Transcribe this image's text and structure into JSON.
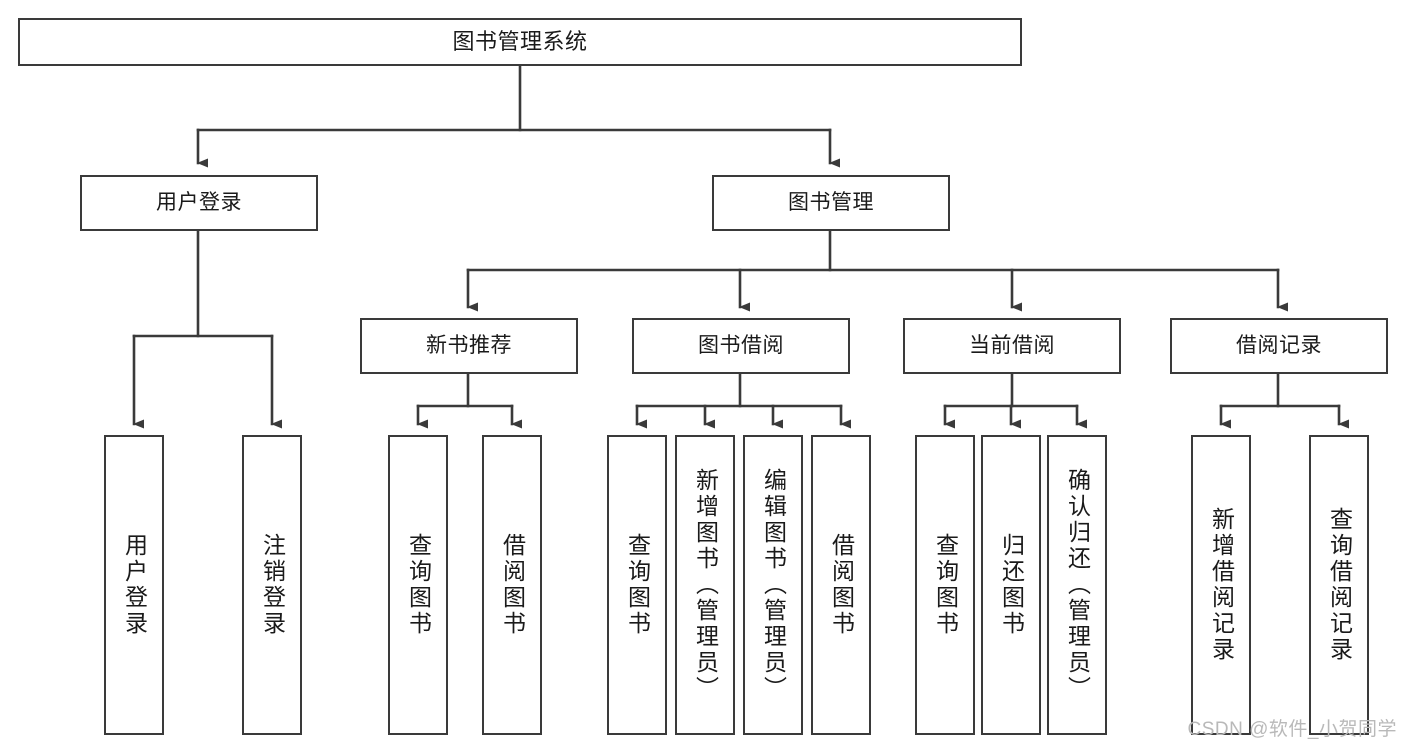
{
  "diagram": {
    "title": "图书管理系统",
    "type": "功能结构图",
    "watermark": "CSDN @软件_小贺同学",
    "colors": {
      "background": "#ffffff",
      "box_border": "#3a3a3a",
      "connector": "#3a3a3a",
      "text": "#1a1a1a",
      "watermark": "#b9b9b9"
    }
  },
  "nodes": {
    "root": {
      "label": "图书管理系统"
    },
    "level1": [
      {
        "label": "用户登录"
      },
      {
        "label": "图书管理"
      }
    ],
    "level2": [
      {
        "label": "新书推荐"
      },
      {
        "label": "图书借阅"
      },
      {
        "label": "当前借阅"
      },
      {
        "label": "借阅记录"
      }
    ],
    "leaves_user_login": [
      {
        "label": "用户登录"
      },
      {
        "label": "注销登录"
      }
    ],
    "leaves_new_books": [
      {
        "label": "查询图书"
      },
      {
        "label": "借阅图书"
      }
    ],
    "leaves_borrow": [
      {
        "label": "查询图书"
      },
      {
        "label": "新增图书（管理员）"
      },
      {
        "label": "编辑图书（管理员）"
      },
      {
        "label": "借阅图书"
      }
    ],
    "leaves_current": [
      {
        "label": "查询图书"
      },
      {
        "label": "归还图书"
      },
      {
        "label": "确认归还（管理员）"
      }
    ],
    "leaves_records": [
      {
        "label": "新增借阅记录"
      },
      {
        "label": "查询借阅记录"
      }
    ]
  }
}
